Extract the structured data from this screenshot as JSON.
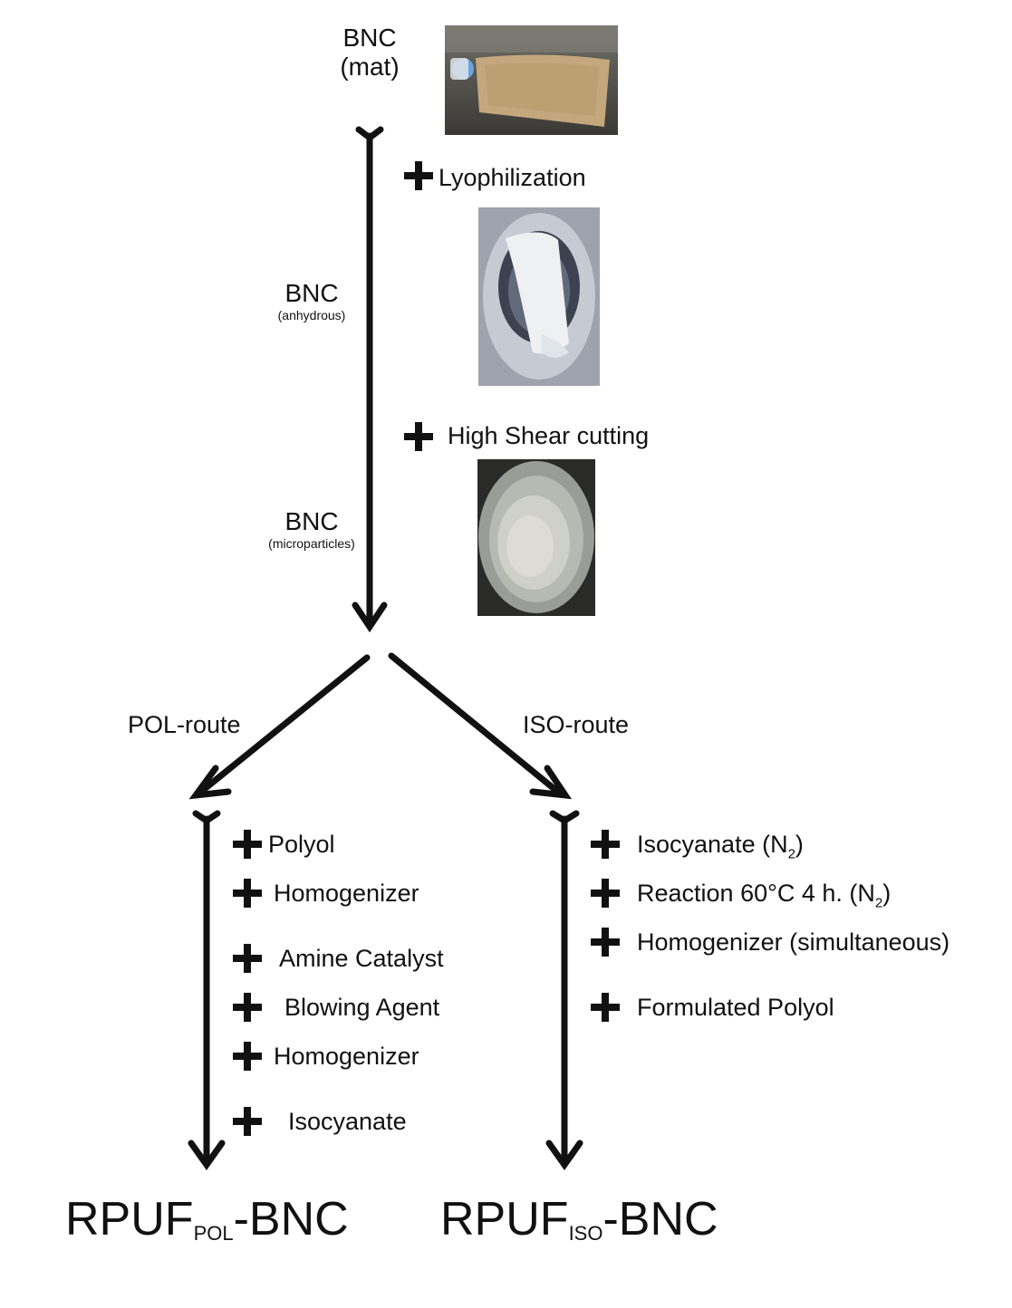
{
  "start": {
    "label": "BNC",
    "sub": "(mat)"
  },
  "stage_anhydrous": {
    "label": "BNC",
    "sub": "(anhydrous)"
  },
  "stage_micro": {
    "label": "BNC",
    "sub": "(microparticles)"
  },
  "steps_main": [
    "Lyophilization",
    "High Shear cutting"
  ],
  "routes": {
    "pol": {
      "name": "POL-route",
      "steps": [
        "Polyol",
        "Homogenizer",
        "Amine Catalyst",
        "Blowing Agent",
        "Homogenizer",
        "Isocyanate"
      ],
      "product": {
        "base": "RPUF",
        "sub": "POL",
        "suffix": "-BNC"
      }
    },
    "iso": {
      "name": "ISO-route",
      "steps": [
        {
          "text": "Isocyanate (N",
          "sub": "2",
          "tail": ")"
        },
        {
          "text": "Reaction 60°C 4 h. (N",
          "sub": "2",
          "tail": ")"
        },
        {
          "text": "Homogenizer (simultaneous)",
          "sub": "",
          "tail": ""
        },
        {
          "text": "Formulated Polyol",
          "sub": "",
          "tail": ""
        }
      ],
      "product": {
        "base": "RPUF",
        "sub": "ISO",
        "suffix": "-BNC"
      }
    }
  },
  "photos": [
    "BNC mat photo",
    "lyophilized BNC photo",
    "BNC microparticles photo"
  ]
}
